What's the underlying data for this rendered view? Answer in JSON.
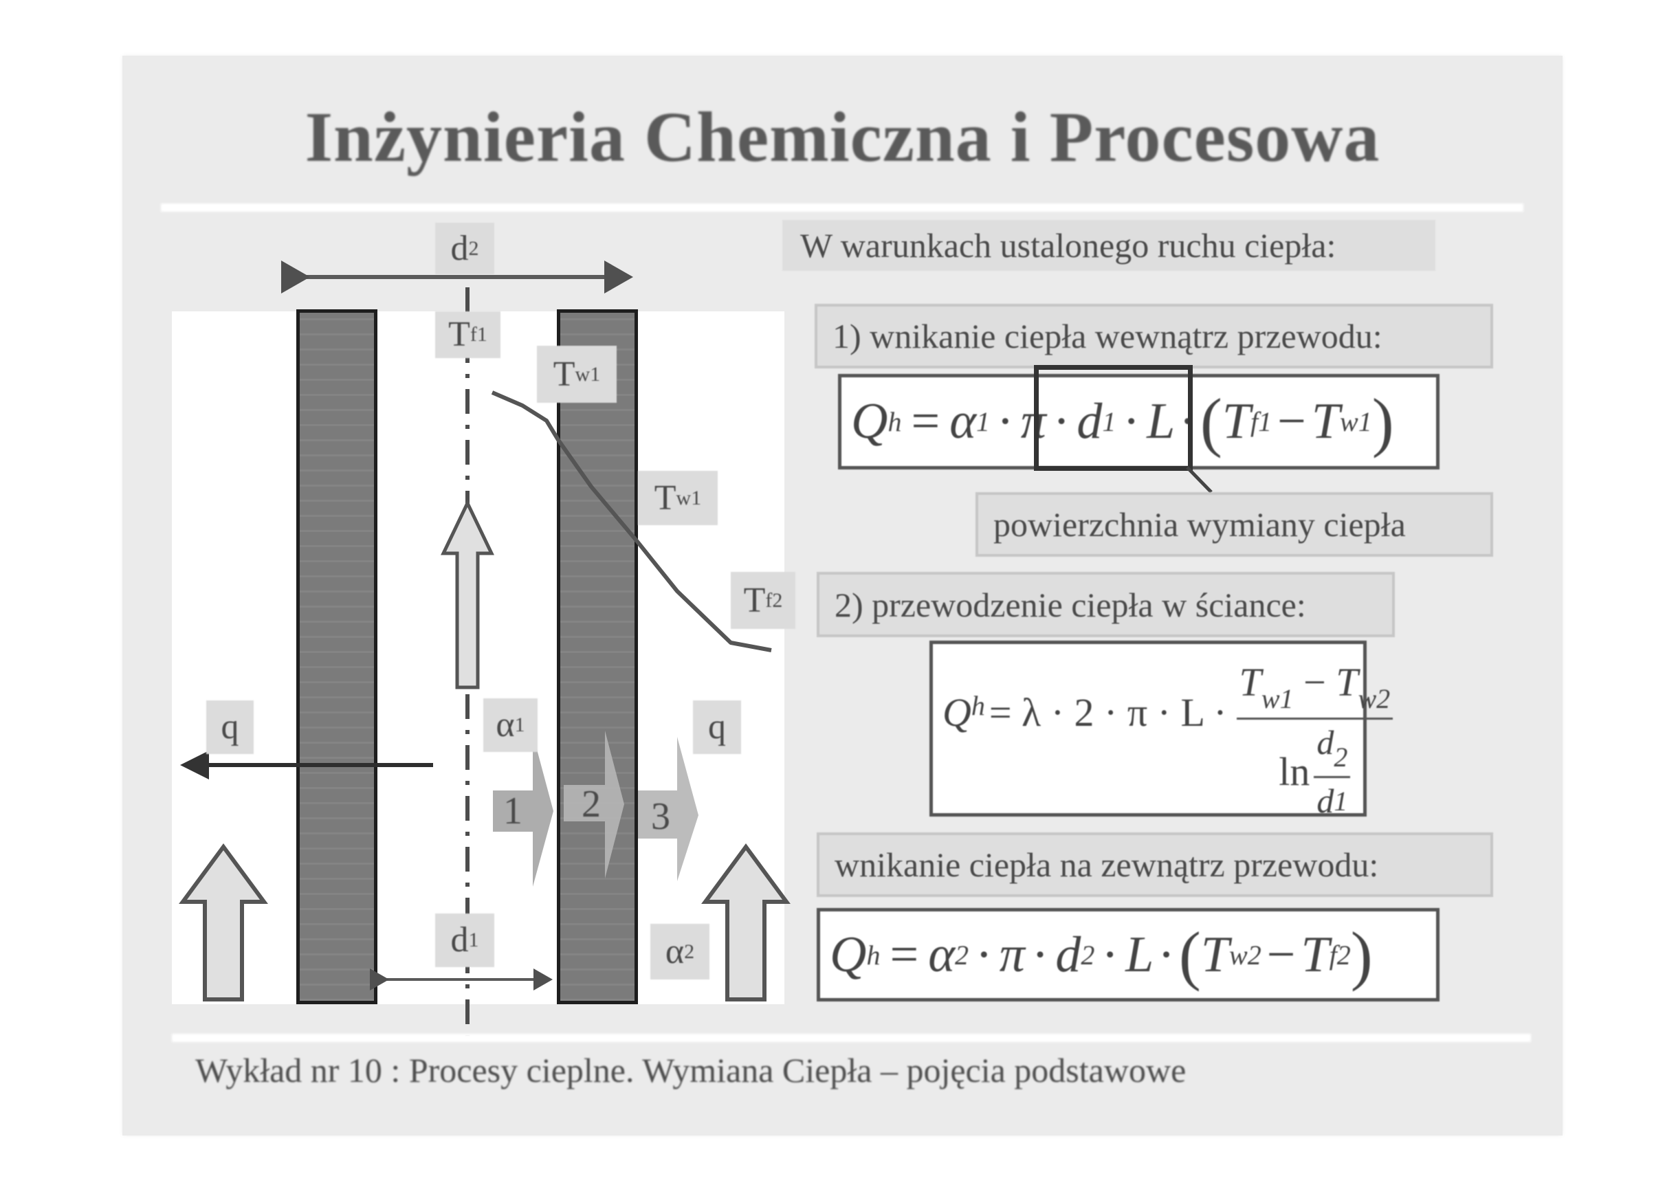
{
  "slide": {
    "title": "Inżynieria Chemiczna i Procesowa",
    "footer": "Wykład nr 10  : Procesy cieplne.  Wymiana Ciepła – pojęcia podstawowe",
    "colors": {
      "background": "#ebebeb",
      "wall": "#7b7b7b",
      "label_bg": "#dcdcdc",
      "text": "#555555"
    }
  },
  "diagram": {
    "labels": {
      "d2": {
        "base": "d",
        "sub": "2"
      },
      "tf1": {
        "base": "T",
        "sub": "f1"
      },
      "tw1_top": {
        "base": "T",
        "sub": "w1"
      },
      "tw1_right": {
        "base": "T",
        "sub": "w1"
      },
      "tf2": {
        "base": "T",
        "sub": "f2"
      },
      "q_left": "q",
      "q_right": "q",
      "alpha1": {
        "base": "α",
        "sub": "1"
      },
      "alpha2": {
        "base": "α",
        "sub": "2"
      },
      "d1": {
        "base": "d",
        "sub": "1"
      }
    },
    "steps": [
      "1",
      "2",
      "3"
    ]
  },
  "content": {
    "intro": "W warunkach ustalonego ruchu ciepła:",
    "section1": {
      "heading": "1) wnikanie ciepła wewnątrz przewodu:",
      "formula": {
        "lhs": "Q",
        "lhs_sub": "h",
        "eq": "=",
        "coef": "α",
        "coef_sub": "1",
        "dot": "·",
        "area": [
          "π",
          "·",
          "d",
          "1",
          "·",
          "L"
        ],
        "paren_open": "(",
        "t1": "T",
        "t1_sub": "f1",
        "minus": "−",
        "t2": "T",
        "t2_sub": "w1",
        "paren_close": ")"
      },
      "callout": "powierzchnia wymiany ciepła"
    },
    "section2": {
      "heading": "2) przewodzenie ciepła w ściance:",
      "formula": {
        "lhs": "Q",
        "lhs_sub": "h",
        "rhs_prefix": "= λ · 2 · π · L ·",
        "num_t1": "T",
        "num_t1_sub": "w1",
        "num_minus": "−",
        "num_t2": "T",
        "num_t2_sub": "w2",
        "ln": "ln",
        "inner_num": "d",
        "inner_num_sub": "2",
        "inner_den": "d",
        "inner_den_sub": "1"
      }
    },
    "section3": {
      "heading": "wnikanie ciepła na zewnątrz przewodu:",
      "formula": {
        "lhs": "Q",
        "lhs_sub": "h",
        "eq": "=",
        "coef": "α",
        "coef_sub": "2",
        "pi": "π",
        "d": "d",
        "d_sub": "2",
        "L": "L",
        "dot": "·",
        "paren_open": "(",
        "t1": "T",
        "t1_sub": "w2",
        "minus": "−",
        "t2": "T",
        "t2_sub": "f2",
        "paren_close": ")"
      }
    }
  }
}
